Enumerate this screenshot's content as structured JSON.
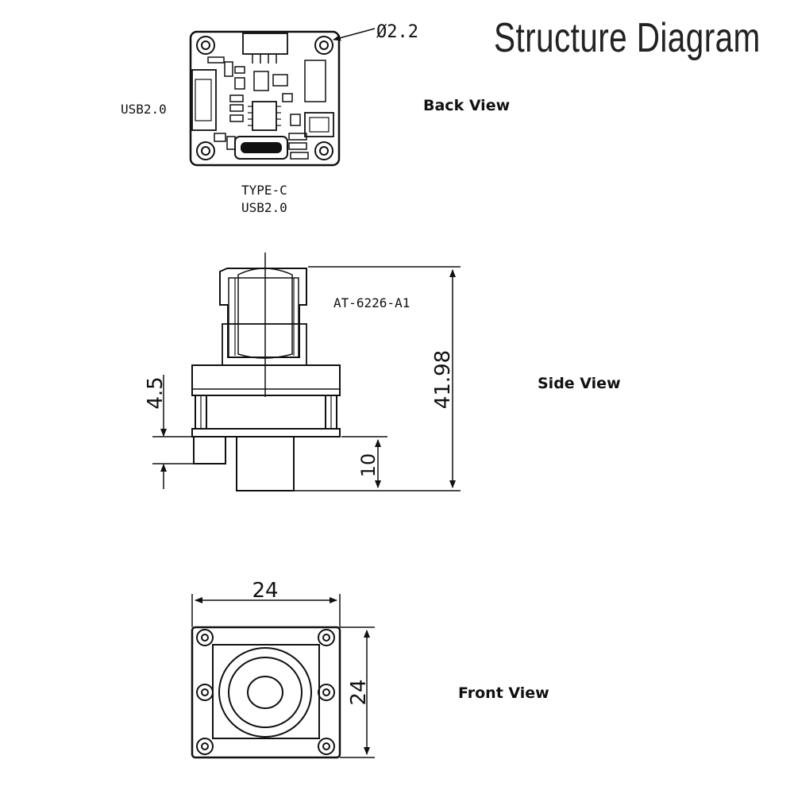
{
  "title": "Structure Diagram",
  "views": {
    "back": {
      "label": "Back View",
      "hole_diameter": "Ø2.2",
      "left_port": "USB2.0",
      "bottom_port_line1": "TYPE-C",
      "bottom_port_line2": "USB2.0"
    },
    "side": {
      "label": "Side View",
      "lens_model": "AT-6226-A1",
      "total_height": "41.98",
      "connector_height": "4.5",
      "lens_bottom_height": "10"
    },
    "front": {
      "label": "Front View",
      "width": "24",
      "height": "24"
    }
  }
}
